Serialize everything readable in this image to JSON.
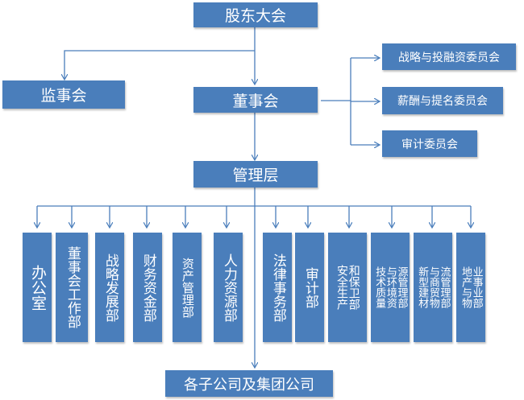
{
  "top": {
    "shareholders": "股东大会",
    "supervisory": "监事会",
    "board": "董事会",
    "management": "管理层"
  },
  "committees": [
    "战略与投融资委员会",
    "薪酬与提名委员会",
    "审计委员会"
  ],
  "departments": [
    {
      "lines": [
        "办公室"
      ]
    },
    {
      "lines": [
        "董事会工作部"
      ]
    },
    {
      "lines": [
        "战略发展部"
      ]
    },
    {
      "lines": [
        "财务资金部"
      ]
    },
    {
      "lines": [
        "资产管理部"
      ]
    },
    {
      "lines": [
        "人力资源部"
      ]
    },
    {
      "lines": [
        "法律事务部"
      ]
    },
    {
      "lines": [
        "审计部"
      ]
    },
    {
      "lines": [
        "安全生产",
        "和保卫部"
      ]
    },
    {
      "lines": [
        "技术质量",
        "与环境资",
        "源管理部"
      ]
    },
    {
      "lines": [
        "新型建材",
        "与商贸物",
        "流管理部"
      ]
    },
    {
      "lines": [
        "地产与物",
        "业事业部"
      ]
    }
  ],
  "subsidiaries": "各子公司及集团公司",
  "colors": {
    "box": "#4a7ebb",
    "line": "#4a7ebb",
    "text": "#ffffff"
  }
}
